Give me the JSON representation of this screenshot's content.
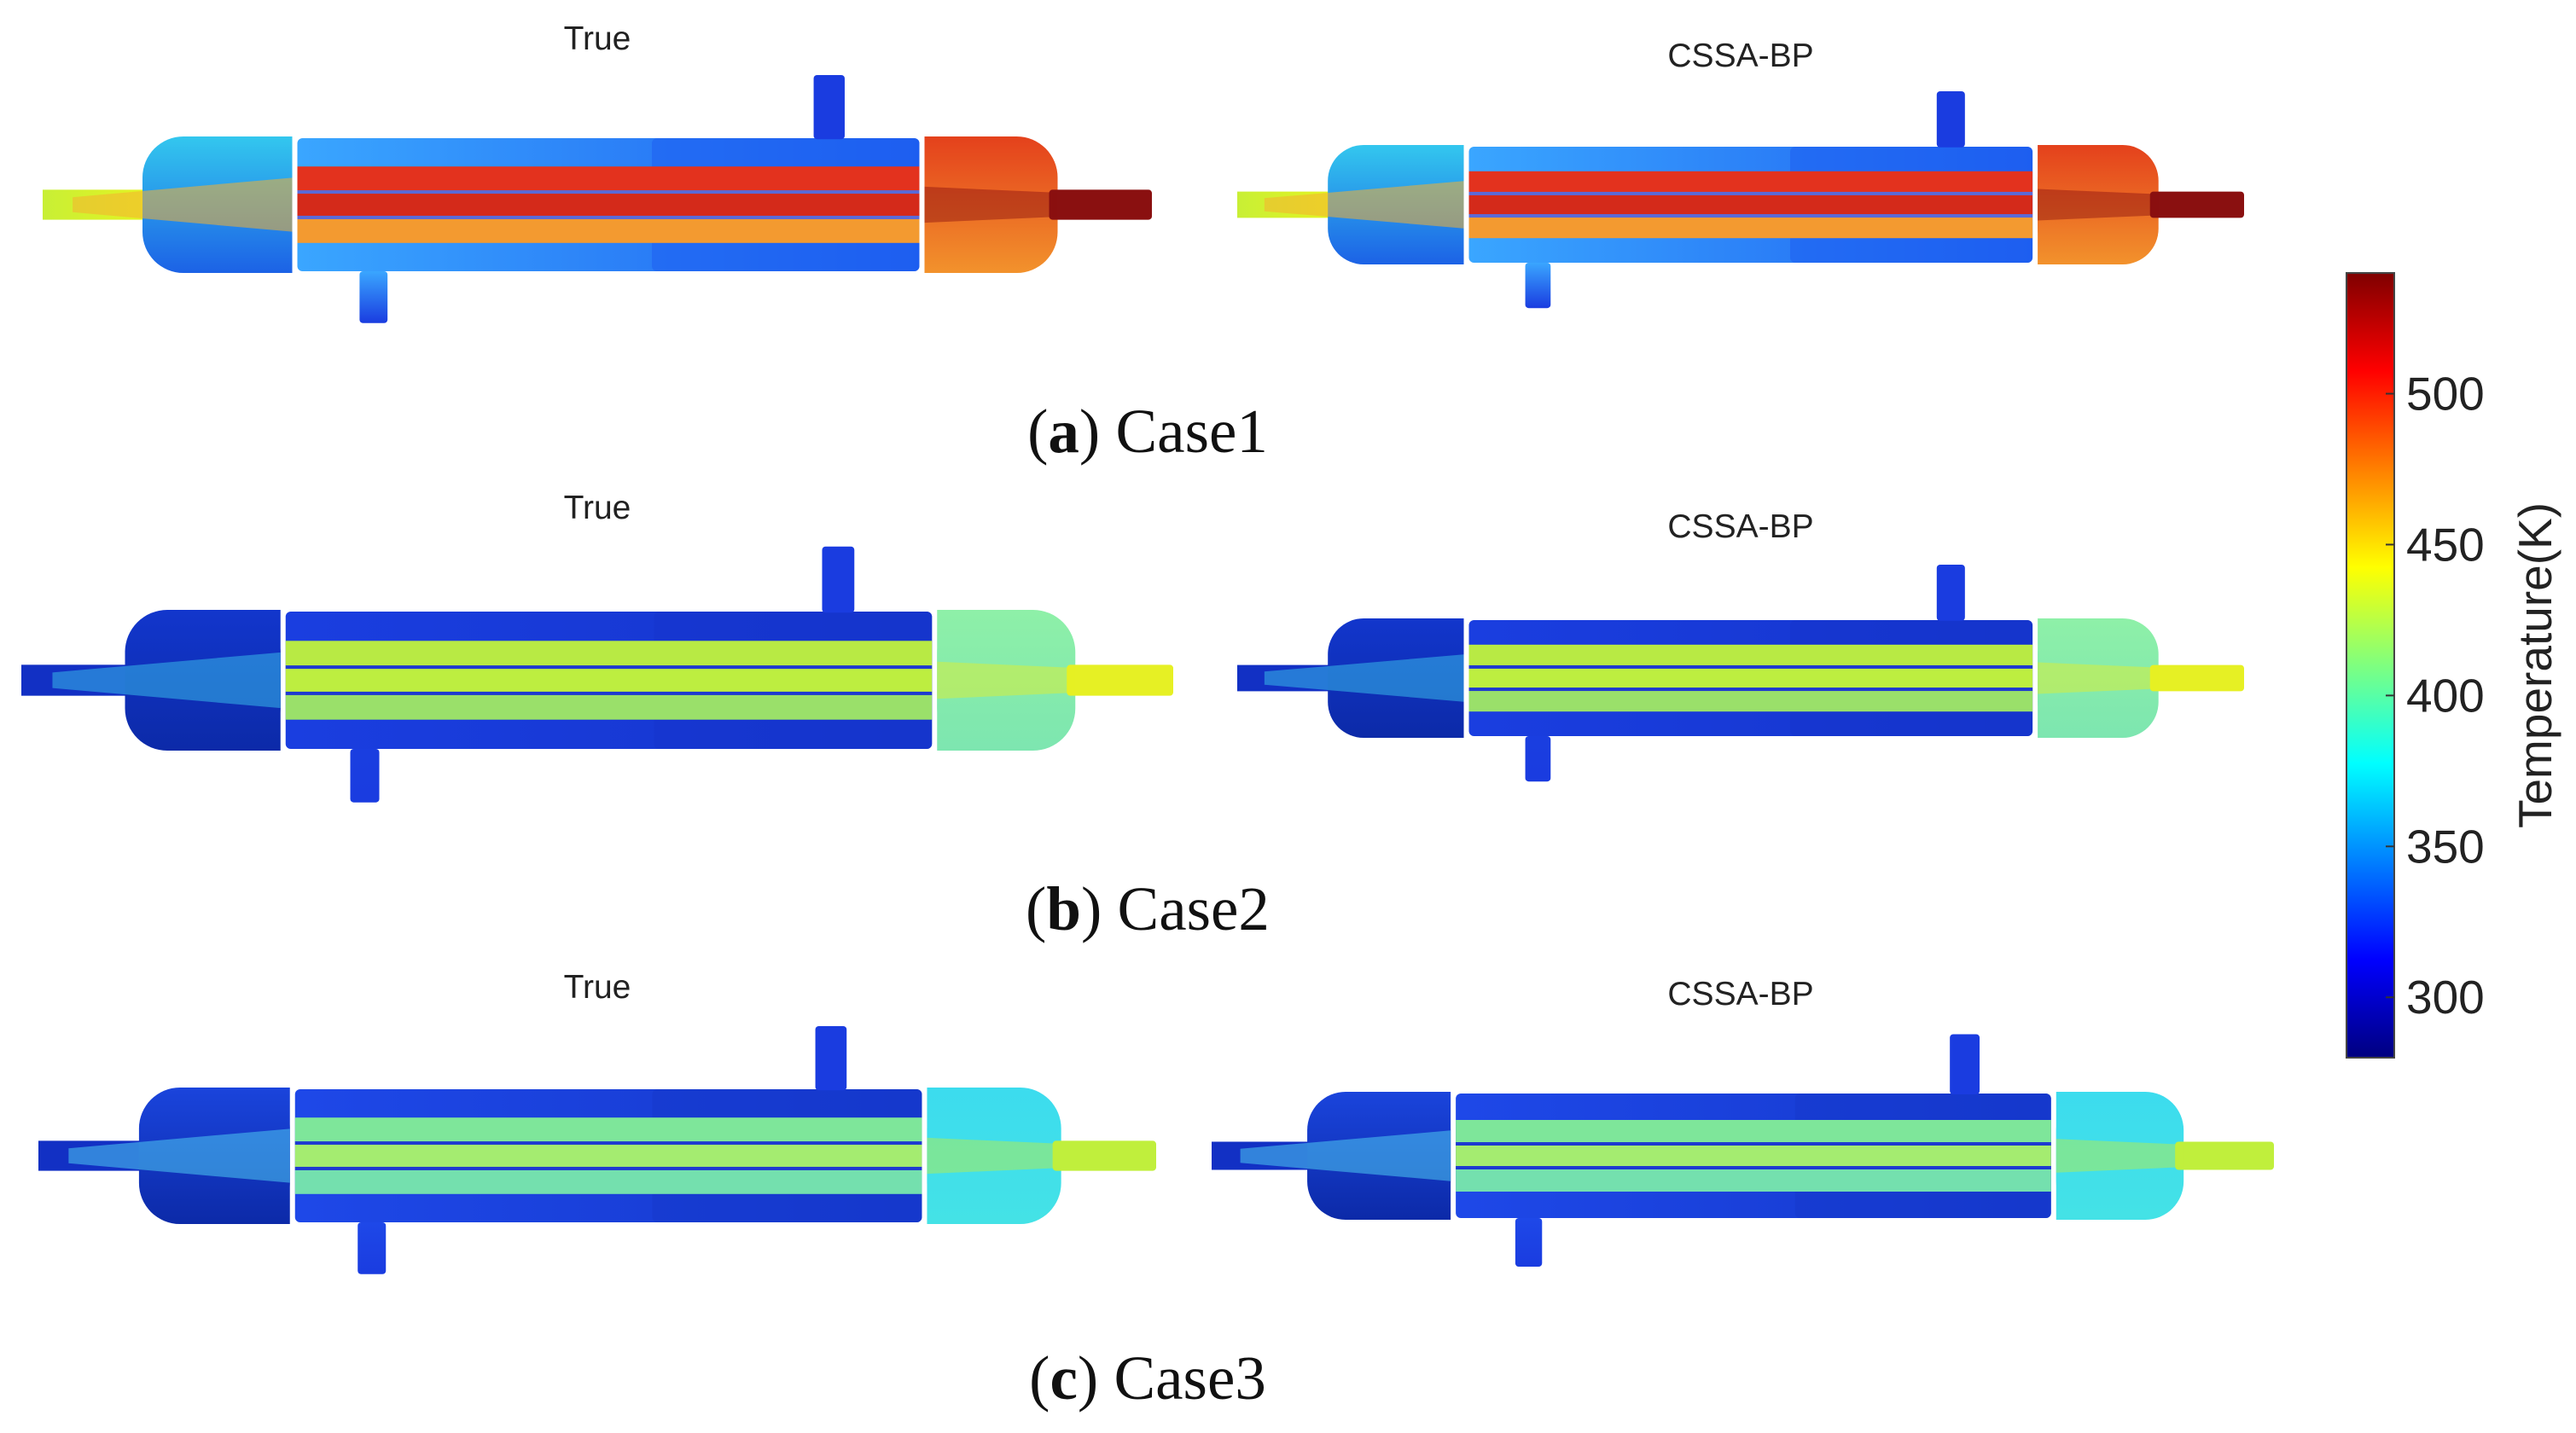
{
  "panels": [
    {
      "caption_letter": "a",
      "caption_text": "Case1",
      "true_label": "True",
      "pred_label": "CSSA-BP",
      "colors": {
        "left_head_a": "#33c7ee",
        "left_head_b": "#1c62e6",
        "inlet_a": "#c8ef35",
        "inlet_b": "#e7f420",
        "jet": "#f5b030",
        "shell_a": "#3aa6ff",
        "shell_b": "#1e5ef0",
        "nozzle": "#1a3ce0",
        "tube_top": "#e3321e",
        "tube_mid": "#d42a1a",
        "tube_bot": "#f39a30",
        "divider": "#5a6ad8",
        "right_head_a": "#e4411c",
        "right_head_b": "#f2922c",
        "outlet": "#8a1010"
      }
    },
    {
      "caption_letter": "b",
      "caption_text": "Case2",
      "true_label": "True",
      "pred_label": "CSSA-BP",
      "colors": {
        "left_head_a": "#1236cc",
        "left_head_b": "#0c2aa8",
        "inlet_a": "#1230c4",
        "inlet_b": "#1230c4",
        "jet": "#36b8e8",
        "shell_a": "#1a3ee0",
        "shell_b": "#1535cc",
        "nozzle": "#1a3ce0",
        "tube_top": "#b8ea44",
        "tube_mid": "#bdee40",
        "tube_bot": "#9ae06a",
        "divider": "#1e3ad0",
        "right_head_a": "#8ef0a8",
        "right_head_b": "#7de6b0",
        "outlet": "#e6f024"
      }
    },
    {
      "caption_letter": "c",
      "caption_text": "Case3",
      "true_label": "True",
      "pred_label": "CSSA-BP",
      "colors": {
        "left_head_a": "#1a44dc",
        "left_head_b": "#0c2aa8",
        "inlet_a": "#1230c4",
        "inlet_b": "#1230c4",
        "jet": "#4cc8f0",
        "shell_a": "#1e48e8",
        "shell_b": "#1538cc",
        "nozzle": "#1a3ce0",
        "tube_top": "#7ee69a",
        "tube_mid": "#a4ec70",
        "tube_bot": "#74e0ae",
        "divider": "#1e3ad0",
        "right_head_a": "#3cdcee",
        "right_head_b": "#44e2e6",
        "outlet": "#c0ef3c"
      }
    }
  ],
  "colorbar": {
    "label": "Temperature(K)",
    "ticks": [
      "500",
      "450",
      "400",
      "350",
      "300"
    ],
    "tick_values": [
      500,
      450,
      400,
      350,
      300
    ],
    "range": [
      280,
      540
    ],
    "colormap": "jet"
  }
}
